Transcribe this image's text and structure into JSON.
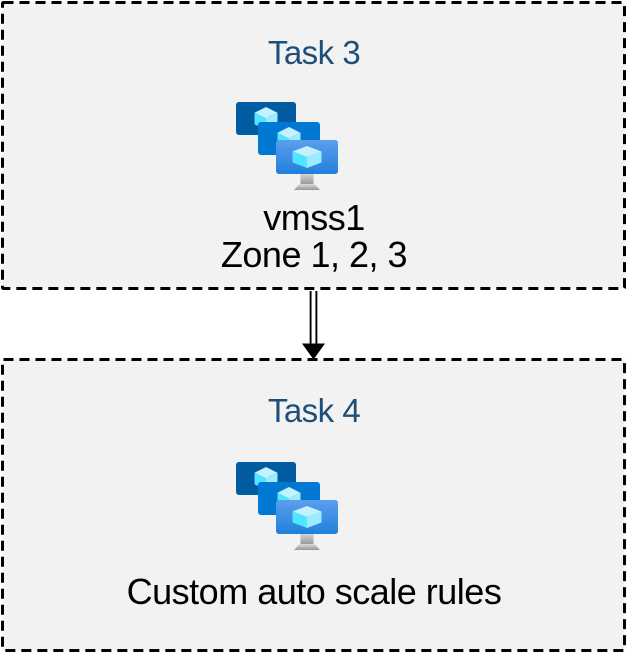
{
  "diagram": {
    "box_fill": "#F2F2F2",
    "box_border_color": "#000000",
    "title_color": "#1F4E79",
    "label_color": "#000000",
    "connector_color": "#000000",
    "connector_style": "double-line-arrow-down",
    "tasks": [
      {
        "title": "Task 3",
        "icon": "virtual-machine-scale-sets",
        "lines": [
          "vmss1",
          "Zone 1, 2, 3"
        ]
      },
      {
        "title": "Task 4",
        "icon": "virtual-machine-scale-sets",
        "lines": [
          "Custom auto scale rules"
        ]
      }
    ],
    "icon_colors": {
      "monitor_back": "#005BA1",
      "monitor_middle": "#0078D4",
      "monitor_front_top": "#5C9FEE",
      "monitor_front_bottom": "#2080DB",
      "cube_top": "#C3F1FF",
      "cube_left": "#50E6FF",
      "cube_right": "#9CEBFF",
      "stand_top": "#DCDCDC",
      "stand_bottom": "#969696"
    }
  }
}
